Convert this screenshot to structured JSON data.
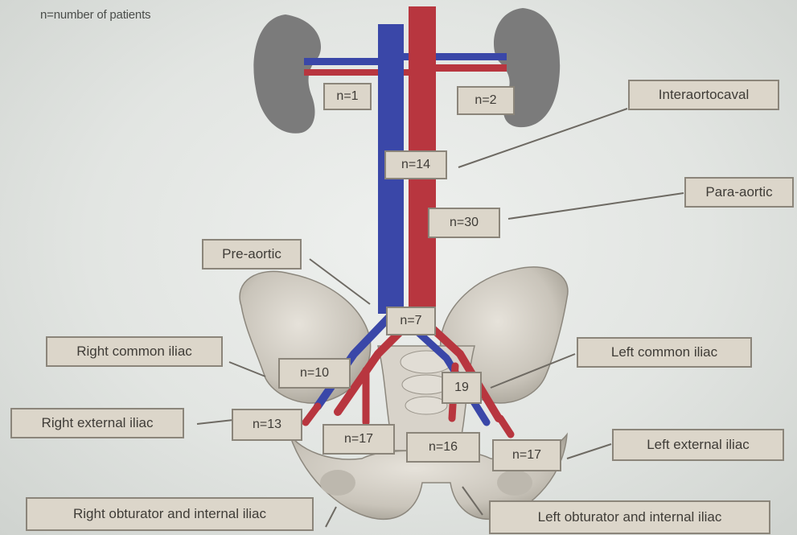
{
  "legend_note": "n=number of patients",
  "region_labels": {
    "interaortocaval": "Interaortocaval",
    "para_aortic": "Para-aortic",
    "pre_aortic": "Pre-aortic",
    "right_common_iliac": "Right common iliac",
    "left_common_iliac": "Left common iliac",
    "right_external_iliac": "Right external iliac",
    "left_external_iliac": "Left external iliac",
    "right_obturator_internal_iliac": "Right obturator and internal iliac",
    "left_obturator_internal_iliac": "Left obturator and internal iliac"
  },
  "counts": {
    "right_renal": "n=1",
    "left_renal": "n=2",
    "interaortocaval": "n=14",
    "para_aortic": "n=30",
    "pre_aortic": "n=7",
    "right_common_iliac": "n=10",
    "left_common_iliac": "19",
    "right_external_iliac": "n=13",
    "right_obturator_internal_iliac": "n=17",
    "left_obturator_internal_iliac": "n=16",
    "left_external_iliac": "n=17"
  },
  "colors": {
    "artery": "#b8363f",
    "vein": "#3a47a8",
    "organ": "#7b7b7b",
    "bone": "#cfcbc3",
    "label_fill": "#dcd6ca",
    "label_border": "#8b857a",
    "leader": "#6e6a63"
  }
}
